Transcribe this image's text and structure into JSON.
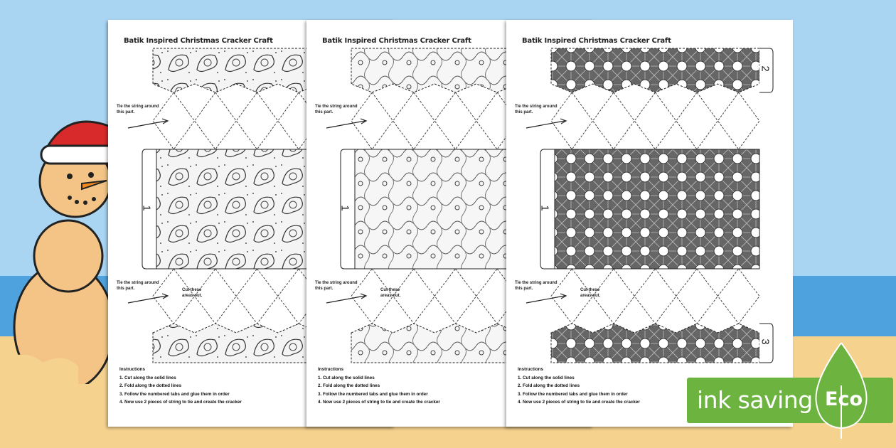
{
  "sheets": [
    {
      "title": "Batik Inspired Christmas Cracker Craft",
      "pattern": "paisley-floral"
    },
    {
      "title": "Batik Inspired Christmas Cracker Craft",
      "pattern": "floral-batik"
    },
    {
      "title": "Batik Inspired Christmas Cracker Craft",
      "pattern": "circles-lattice"
    }
  ],
  "notes": {
    "tie": "Tie the string around this part.",
    "cut": "Cut these areas out."
  },
  "tabs": {
    "one": "1",
    "two": "2",
    "three": "3"
  },
  "instructions": {
    "heading": "Instructions",
    "steps": [
      "1. Cut along the solid lines",
      "2. Fold along the dotted lines",
      "3. Follow the numbered tabs and glue them in order",
      "4. Now use 2 pieces of string to tie and create the cracker"
    ]
  },
  "badge": {
    "label": "ink saving",
    "eco": "Eco",
    "color": "#6cb33f"
  }
}
